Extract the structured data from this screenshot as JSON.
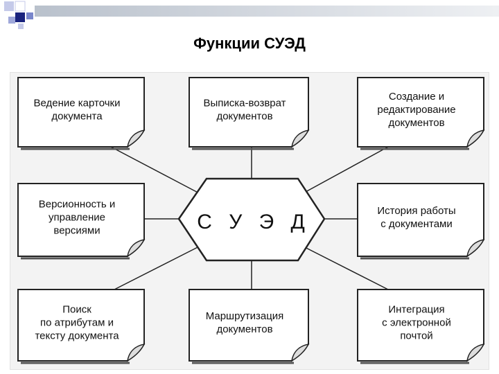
{
  "slide": {
    "title": "Функции СУЭД",
    "colors": {
      "bar": "#cdd3dc",
      "deco_dark": "#1a237e",
      "deco_mid": "#7986cb",
      "deco_light": "#c5cae9",
      "ink": "#222222"
    }
  },
  "diagram": {
    "center": {
      "label": "С У Э Д"
    },
    "boxes": [
      {
        "id": "card",
        "lines": [
          "Ведение карточки",
          "документа"
        ]
      },
      {
        "id": "checkout",
        "lines": [
          "Выписка-возврат",
          "документов"
        ]
      },
      {
        "id": "create",
        "lines": [
          "Создание и",
          "редактирование",
          "документов"
        ]
      },
      {
        "id": "versions",
        "lines": [
          "Версионность и",
          "управление",
          "версиями"
        ]
      },
      {
        "id": "history",
        "lines": [
          "История работы",
          "с документами"
        ]
      },
      {
        "id": "search",
        "lines": [
          "Поиск",
          "по атрибутам и",
          "тексту документа"
        ]
      },
      {
        "id": "routing",
        "lines": [
          "Маршрутизация",
          "документов"
        ]
      },
      {
        "id": "email",
        "lines": [
          "Интеграция",
          "с электронной",
          "почтой"
        ]
      }
    ]
  }
}
